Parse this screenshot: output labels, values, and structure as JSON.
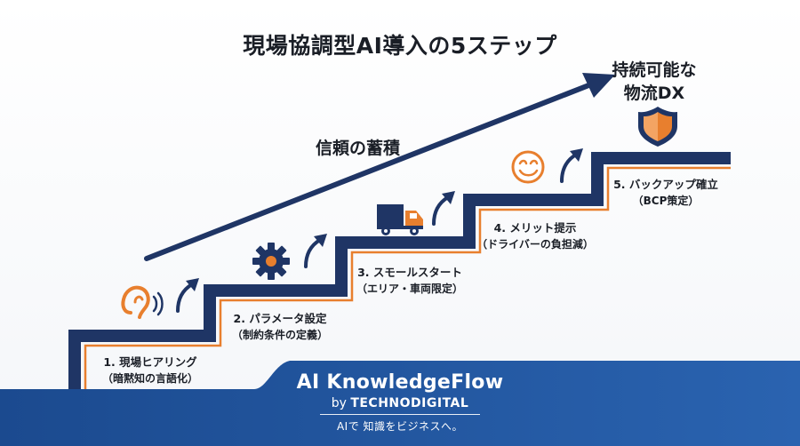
{
  "title": "現場協調型AI導入の5ステップ",
  "trust_label": "信頼の蓄積",
  "goal": {
    "line1": "持続可能な",
    "line2": "物流DX"
  },
  "steps": [
    {
      "label": "1. 現場ヒアリング",
      "sub": "（暗黙知の言語化）",
      "icon": "ear-icon"
    },
    {
      "label": "2. パラメータ設定",
      "sub": "（制約条件の定義）",
      "icon": "gear-icon"
    },
    {
      "label": "3. スモールスタート",
      "sub": "（エリア・車両限定）",
      "icon": "truck-icon"
    },
    {
      "label": "4. メリット提示",
      "sub": "（ドライバーの負担減）",
      "icon": "smiley-icon"
    },
    {
      "label": "5. バックアップ確立",
      "sub": "（BCP策定）",
      "icon": "shield-icon"
    }
  ],
  "brand": {
    "name": "AI KnowledgeFlow",
    "by_prefix": "by",
    "company": "TECHNODIGITAL",
    "tagline": "AIで 知識をビジネスへ。"
  },
  "colors": {
    "navy": "#1f3565",
    "orange": "#e87f2e",
    "footer_blue": "#1f4f94"
  }
}
